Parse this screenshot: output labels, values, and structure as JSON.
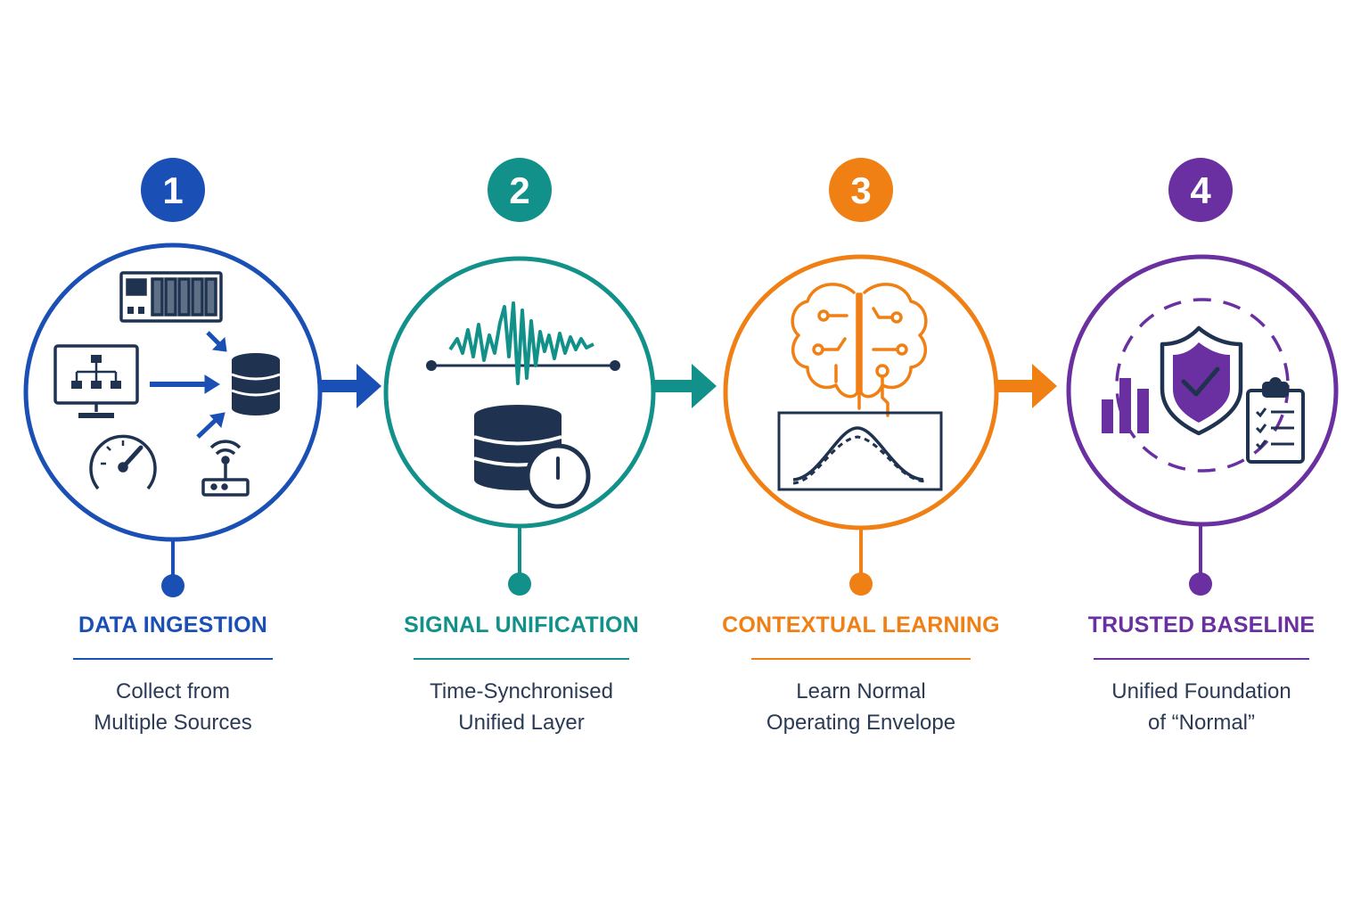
{
  "steps": [
    {
      "number": "1",
      "title": "DATA INGESTION",
      "desc_line1": "Collect from",
      "desc_line2": "Multiple Sources",
      "color": "#1a4fb5",
      "icons": [
        "server-rack-icon",
        "monitor-network-icon",
        "gauge-icon",
        "router-wifi-icon",
        "database-icon"
      ]
    },
    {
      "number": "2",
      "title": "SIGNAL UNIFICATION",
      "desc_line1": "Time-Synchronised",
      "desc_line2": "Unified Layer",
      "color": "#12918a",
      "icons": [
        "waveform-icon",
        "database-icon",
        "clock-icon"
      ]
    },
    {
      "number": "3",
      "title": "CONTEXTUAL LEARNING",
      "desc_line1": "Learn Normal",
      "desc_line2": "Operating Envelope",
      "color": "#f07f14",
      "icons": [
        "brain-circuit-icon",
        "bell-curve-chart-icon"
      ]
    },
    {
      "number": "4",
      "title": "TRUSTED BASELINE",
      "desc_line1": "Unified Foundation",
      "desc_line2": "of “Normal”",
      "color": "#6a2fa0",
      "icons": [
        "bar-chart-icon",
        "shield-check-icon",
        "clipboard-checklist-icon"
      ]
    }
  ],
  "icon_color": "#1f3350"
}
